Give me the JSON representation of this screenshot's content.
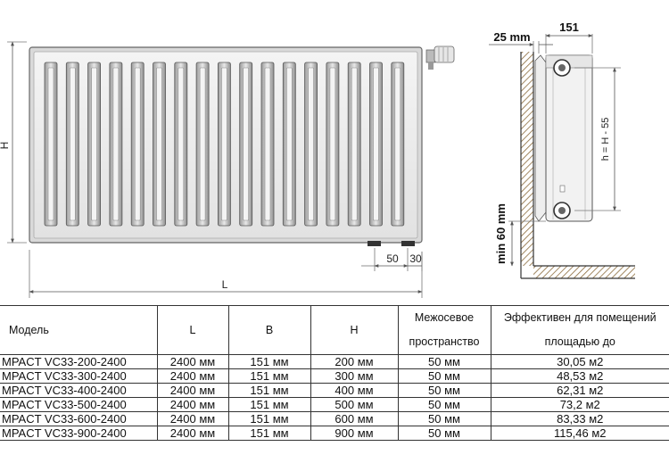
{
  "front_view": {
    "height_label": "H",
    "length_label": "L",
    "dim_50": "50",
    "dim_30": "30"
  },
  "side_view": {
    "depth_label": "151",
    "wall_gap_label": "25 mm",
    "axis_distance_label": "h = H - 55",
    "floor_gap_label": "min 60 mm"
  },
  "table": {
    "headers": {
      "model": "Модель",
      "length": "L",
      "depth": "B",
      "height": "H",
      "spacing_line1": "Межосевое",
      "spacing_line2": "пространство",
      "area_line1": "Эффективен для помещений",
      "area_line2": "площадью до"
    },
    "rows": [
      {
        "model": "MPACT VC33-200-2400",
        "length": "2400 мм",
        "depth": "151 мм",
        "height": "200 мм",
        "spacing": "50 мм",
        "area": "30,05 м2"
      },
      {
        "model": "MPACT VC33-300-2400",
        "length": "2400 мм",
        "depth": "151 мм",
        "height": "300 мм",
        "spacing": "50 мм",
        "area": "48,53 м2"
      },
      {
        "model": "MPACT VC33-400-2400",
        "length": "2400 мм",
        "depth": "151 мм",
        "height": "400 мм",
        "spacing": "50 мм",
        "area": "62,31 м2"
      },
      {
        "model": "MPACT VC33-500-2400",
        "length": "2400 мм",
        "depth": "151 мм",
        "height": "500 мм",
        "spacing": "50 мм",
        "area": "73,2 м2"
      },
      {
        "model": "MPACT VC33-600-2400",
        "length": "2400 мм",
        "depth": "151 мм",
        "height": "600 мм",
        "spacing": "50 мм",
        "area": "83,33 м2"
      },
      {
        "model": "MPACT VC33-900-2400",
        "length": "2400 мм",
        "depth": "151 мм",
        "height": "900 мм",
        "spacing": "50 мм",
        "area": "115,46 м2"
      }
    ]
  }
}
